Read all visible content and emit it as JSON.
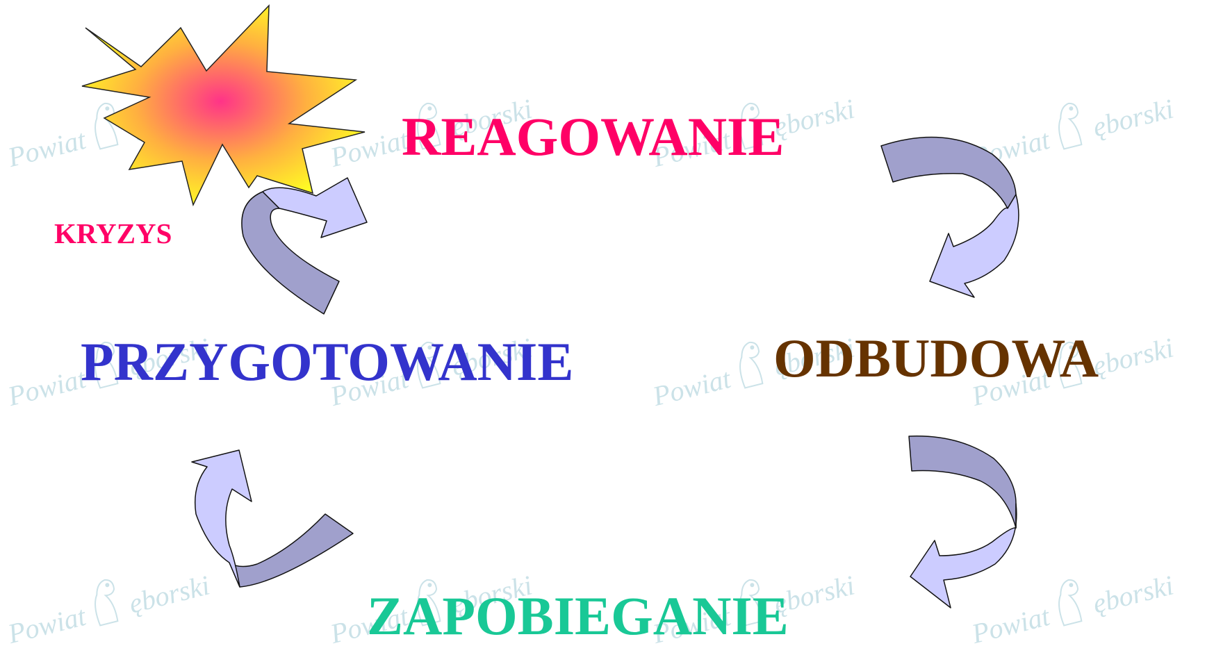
{
  "phases": {
    "reagowanie": "REAGOWANIE",
    "przygotowanie": "PRZYGOTOWANIE",
    "odbudowa": "ODBUDOWA",
    "zapobieganie": "ZAPOBIEGANIE"
  },
  "crisis": {
    "label": "KRYZYS"
  },
  "watermark": {
    "text_left": "Powiat",
    "text_right": "ęborski"
  },
  "colors": {
    "reagowanie": "#ff0066",
    "przygotowanie": "#3333cc",
    "odbudowa": "#663300",
    "zapobieganie": "#19c896",
    "kryzys": "#ff0066",
    "star_fill": "#ffff22",
    "star_center": "#ff3388",
    "arrow_light": "#ccccff",
    "arrow_dark": "#a0a0cc",
    "watermark": "#c2dde4"
  },
  "icons": [
    "star-burst-icon",
    "curved-arrow-icon",
    "county-crest-icon"
  ]
}
